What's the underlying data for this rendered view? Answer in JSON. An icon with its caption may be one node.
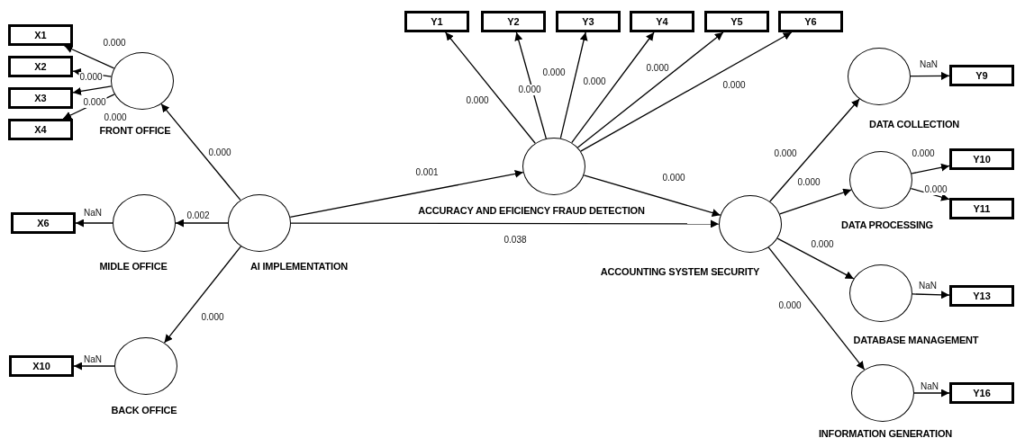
{
  "diagram": {
    "nodes": [
      {
        "text": [
          "X1"
        ]
      },
      {
        "text": [
          "X2"
        ]
      },
      {
        "text": [
          "X3"
        ]
      },
      {
        "text": [
          "X4"
        ]
      },
      {
        "text": [],
        "shape": "circle",
        "beside": [
          "FRONT OFFICE"
        ]
      },
      {
        "text": [
          "Y1"
        ]
      },
      {
        "text": [
          "Y2"
        ]
      },
      {
        "text": [
          "Y3"
        ]
      },
      {
        "text": [
          "Y4"
        ]
      },
      {
        "text": [
          "Y5"
        ]
      },
      {
        "text": [
          "Y6"
        ]
      },
      {
        "text": [],
        "shape": "circle",
        "beside": [
          "DATA COLLECTION"
        ]
      },
      {
        "text": [
          "Y9"
        ]
      },
      {
        "text": [],
        "shape": "circle",
        "beside": [
          "ACCURACY AND EFICIENCY FRAUD DETECTION"
        ]
      },
      {
        "text": [],
        "shape": "circle",
        "beside": [
          "DATA PROCESSING"
        ]
      },
      {
        "text": [
          "Y10"
        ]
      },
      {
        "text": [
          "Y11"
        ]
      },
      {
        "text": [
          "X6"
        ]
      },
      {
        "text": [],
        "shape": "circle",
        "beside": [
          "MIDLE OFFICE"
        ]
      },
      {
        "text": [],
        "shape": "circle",
        "beside": [
          "AI IMPLEMENTATION"
        ]
      },
      {
        "text": [],
        "shape": "circle",
        "beside": [
          "ACCOUNTING SYSTEM SECURITY"
        ]
      },
      {
        "text": [],
        "shape": "circle",
        "beside": [
          "DATABASE MANAGEMENT"
        ]
      },
      {
        "text": [
          "Y13"
        ]
      },
      {
        "text": [],
        "shape": "circle",
        "beside": [
          "BACK OFFICE"
        ]
      },
      {
        "text": [
          "X10"
        ]
      },
      {
        "text": [],
        "shape": "circle",
        "beside": [
          "INFORMATION GENERATION"
        ]
      },
      {
        "text": [
          "Y16"
        ]
      }
    ],
    "edges": [
      {
        "from": 4,
        "to": 0,
        "arrow": "to",
        "label": "0.000"
      },
      {
        "from": 4,
        "to": 1,
        "arrow": "to",
        "label": "0.000"
      },
      {
        "from": 4,
        "to": 2,
        "arrow": "to",
        "label": "0.000"
      },
      {
        "from": 4,
        "to": 3,
        "arrow": "to",
        "label": "0.000"
      },
      {
        "from": 19,
        "to": 4,
        "arrow": "to",
        "label": "0.000"
      },
      {
        "from": 19,
        "to": 18,
        "arrow": "to",
        "label": "0.002"
      },
      {
        "from": 18,
        "to": 17,
        "arrow": "to",
        "label": "NaN"
      },
      {
        "from": 19,
        "to": 23,
        "arrow": "to",
        "label": "0.000"
      },
      {
        "from": 23,
        "to": 24,
        "arrow": "to",
        "label": "NaN"
      },
      {
        "from": 19,
        "to": 13,
        "arrow": "to",
        "label": "0.001"
      },
      {
        "from": 19,
        "to": 20,
        "arrow": "to",
        "label": "0.038"
      },
      {
        "from": 13,
        "to": 5,
        "arrow": "to",
        "label": "0.000"
      },
      {
        "from": 13,
        "to": 6,
        "arrow": "to",
        "label": "0.000"
      },
      {
        "from": 13,
        "to": 7,
        "arrow": "to",
        "label": "0.000"
      },
      {
        "from": 13,
        "to": 8,
        "arrow": "to",
        "label": "0.000"
      },
      {
        "from": 13,
        "to": 9,
        "arrow": "to",
        "label": "0.000"
      },
      {
        "from": 13,
        "to": 10,
        "arrow": "to",
        "label": "0.000"
      },
      {
        "from": 13,
        "to": 20,
        "arrow": "to",
        "label": "0.000"
      },
      {
        "from": 20,
        "to": 11,
        "arrow": "to",
        "label": "0.000"
      },
      {
        "from": 20,
        "to": 14,
        "arrow": "to",
        "label": "0.000"
      },
      {
        "from": 20,
        "to": 21,
        "arrow": "to",
        "label": "0.000"
      },
      {
        "from": 20,
        "to": 25,
        "arrow": "to",
        "label": "0.000"
      },
      {
        "from": 11,
        "to": 12,
        "arrow": "to",
        "label": "NaN"
      },
      {
        "from": 14,
        "to": 15,
        "arrow": "to",
        "label": "0.000"
      },
      {
        "from": 14,
        "to": 16,
        "arrow": "to",
        "label": "0.000"
      },
      {
        "from": 21,
        "to": 22,
        "arrow": "to",
        "label": "NaN"
      },
      {
        "from": 25,
        "to": 26,
        "arrow": "to",
        "label": "NaN"
      }
    ]
  }
}
